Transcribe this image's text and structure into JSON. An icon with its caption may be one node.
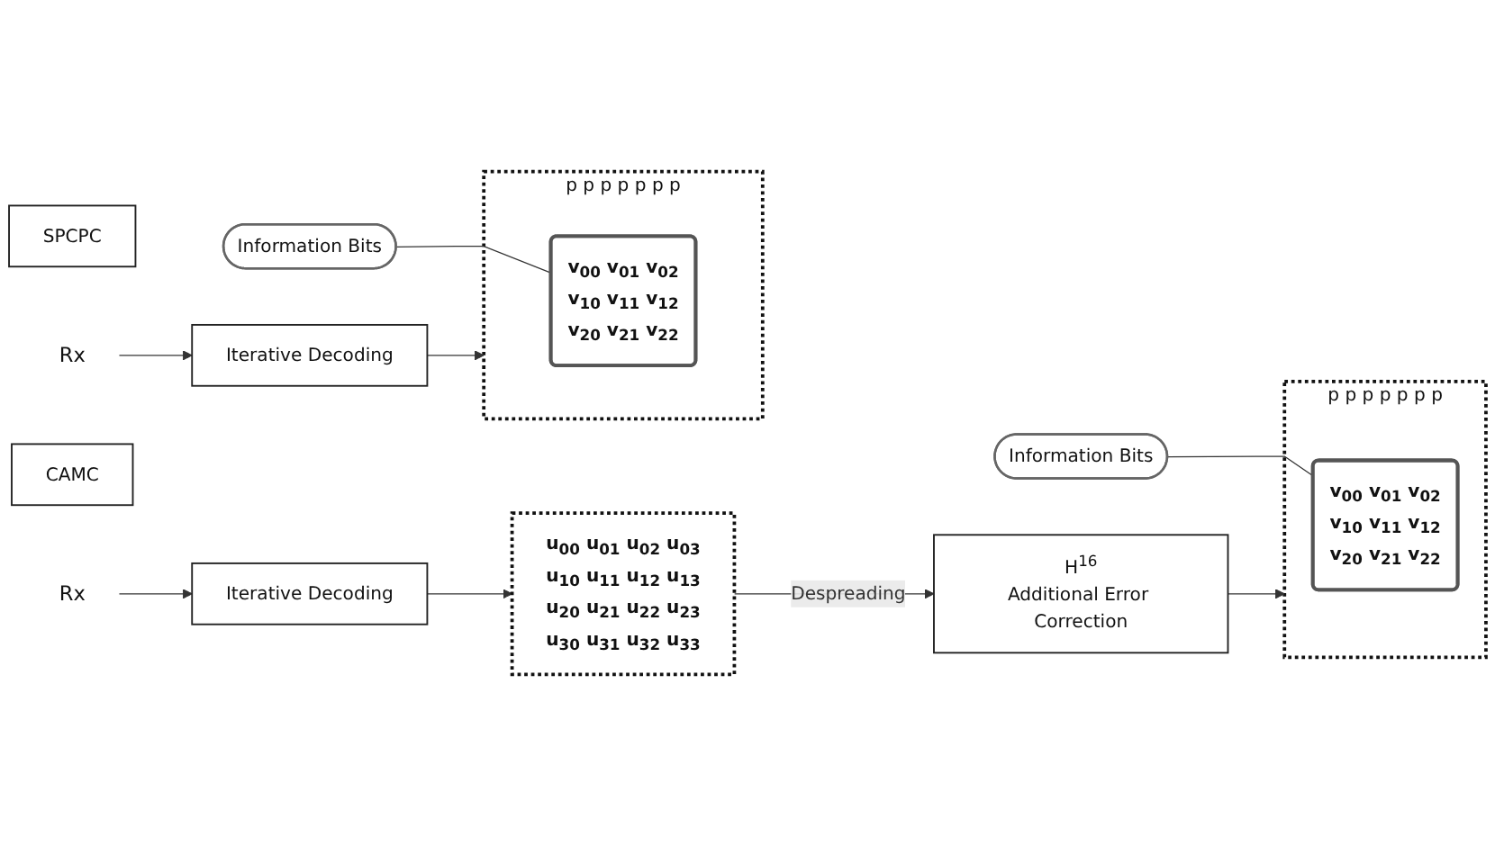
{
  "diagram": {
    "nodes": [
      {
        "text": [
          "SPCPC"
        ]
      },
      {
        "text": [
          "Rx"
        ]
      },
      {
        "text": [
          "Iterative Decoding"
        ]
      },
      {
        "text": [
          "p p p p p p p"
        ]
      },
      {
        "text": [
          "v$_{00}$ v$_{01}$ v$_{02}$ v$_{10}$ v$_{11}$ v$_{12}$ v$_{20}$ v$_{21}$ v$_{22}$"
        ],
        "in": 3
      },
      {
        "text": [
          "Information Bits"
        ]
      },
      {
        "text": [
          "CAMC"
        ]
      },
      {
        "text": [
          "Rx"
        ]
      },
      {
        "text": [
          "Iterative Decoding"
        ]
      },
      {
        "text": [
          "u$_{00}$ u$_{01}$ u$_{02}$ u$_{03}$ u$_{10}$ u$_{11}$ u$_{12}$ u$_{13}$ u$_{20}$ u$_{21}$ u$_{22}$ u$_{23}$ u$_{30}$ u$_{31}$ u$_{32}$ u$_{33}$"
        ]
      },
      {
        "text": [
          "H$^{16}$",
          "Additional Error Correction"
        ]
      },
      {
        "text": [
          "p p p p p p p"
        ]
      },
      {
        "text": [
          "v$_{00}$ v$_{01}$ v$_{02}$ v$_{10}$ v$_{11}$ v$_{12}$ v$_{20}$ v$_{21}$ v$_{22}$"
        ],
        "in": 11
      },
      {
        "text": [
          "Information Bits"
        ]
      }
    ],
    "edges": [
      {
        "from": 1,
        "to": 2,
        "arrow": "to"
      },
      {
        "from": 2,
        "to": 3,
        "arrow": "to"
      },
      {
        "from": 5,
        "to": 4,
        "arrow": "none"
      },
      {
        "from": 7,
        "to": 8,
        "arrow": "to"
      },
      {
        "from": 8,
        "to": 9,
        "arrow": "to"
      },
      {
        "from": 9,
        "to": 10,
        "arrow": "to",
        "label": "Despreading"
      },
      {
        "from": 10,
        "to": 11,
        "arrow": "to"
      },
      {
        "from": 13,
        "to": 12,
        "arrow": "none"
      }
    ]
  }
}
